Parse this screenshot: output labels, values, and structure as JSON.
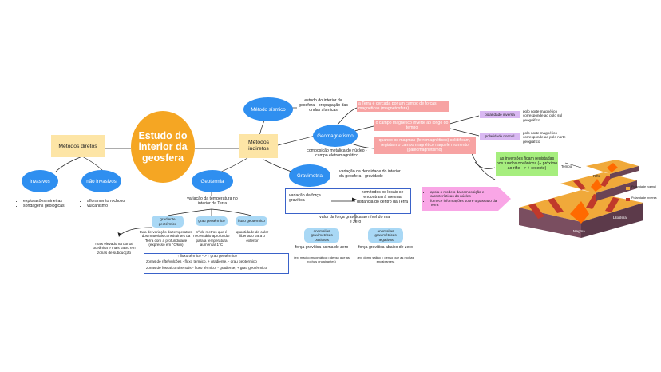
{
  "central": "Estudo do interior da geosfera",
  "metodos_diretos": {
    "title": "Métodos diretos",
    "invasivos": "invasivos",
    "nao_invasivos": "não invasivos",
    "invasivos_items": [
      "explorações mineiras",
      "sondagens geológicas"
    ],
    "nao_invasivos_items": [
      "afloramento rochoso",
      "vulcanismo"
    ]
  },
  "metodos_indiretos": {
    "title": "Métodos indiretos",
    "sismico": "Método sísmico",
    "sismico_desc": "estudo do interior da geosfera - propagação das ondas sísmicas",
    "geomagnetismo": "Geomagnetismo",
    "geo_fact1": "a Terra é cercada por um campo de forças magnéticas (magnetosfera)",
    "geo_fact2": "o campo magnético inverte ao longo do tempo",
    "geo_fact3": "quando os magmas (ferromagnéticos) solidificam, registam o campo magnético naquele momento (paleomagnetismo)",
    "polaridade_inversa": "polaridade inversa",
    "polaridade_inversa_desc": "polo norte magnético corresponde ao polo sul geográfico",
    "polaridade_normal": "polaridade normal",
    "polaridade_normal_desc": "polo norte magnético corresponde ao polo norte geográfico",
    "composicao": "composição metálica do núcleo - campo eletromagnético",
    "inversoes": "as inversões ficam registadas nos fundos oceânicos (+ próximo ao rifte --> + recente)",
    "apoia": [
      "apoia o modelo da composição e características do núcleo",
      "fornece informações sobre o passado da Terra"
    ],
    "gravimetria": "Gravimetria",
    "gravimetria_desc": "variação da densidade do interior da geosfera - gravidade",
    "variacao_forca": "variação da força gravítica",
    "nem_todos": "nem todos os locais se encontram à mesma distância do centro da Terra",
    "valor_forca": "valor da força gravítica ao nível do mar é zero",
    "anom_pos": "anomalias gravimétricas positivas",
    "anom_neg": "anomalias gravimétricas negativas",
    "pos_desc": "força gravítica acima de zero",
    "pos_sub": "(ex: maciço magmático = denso que as rochas encaixantes)",
    "neg_desc": "força gravítica abaixo de zero",
    "neg_sub": "(ex: domo salino = denso que as rochas encaixantes)",
    "geotermia": "Geotermia",
    "geotermia_desc": "variação da temperatura no interior da Terra",
    "gradiente": "gradiente geotérmico",
    "grau": "grau geotérmico",
    "fluxo": "fluxo geotérmico",
    "gradiente_desc": "taxa de variação da temperatura dos materiais constituintes da Terra com a profundidade (expresso em °C/km)",
    "grau_desc": "nº de metros que é necessário aprofundar para a temperatura aumentar 1°C",
    "fluxo_desc": "quantidade de calor libertado para o exterior",
    "mais_elevado": "mais elevado na dorsal oceânica e mais baixo em zonas de subducção",
    "lines": [
      "↑ fluxo térmico --> ↑ grau geotérmico",
      "zonas de rifte/vulcões - fluxo térmico, + gradiente, - grau geotérmico",
      "zonas de fossa/continentais - fluxo térmico, - gradiente, + grau geotérmico"
    ]
  },
  "diagram": {
    "tempo": "Tempo",
    "rifte": "Rifte",
    "magma": "Magma",
    "litosfera": "Litosfera",
    "legend_normal": "Polaridade normal",
    "legend_inversa": "Polaridade inversa"
  },
  "colors": {
    "orange": "#f5a623",
    "blue": "#2f8ff0",
    "yellow_box": "#fde5a6",
    "pink": "#f7a3a3"
  }
}
